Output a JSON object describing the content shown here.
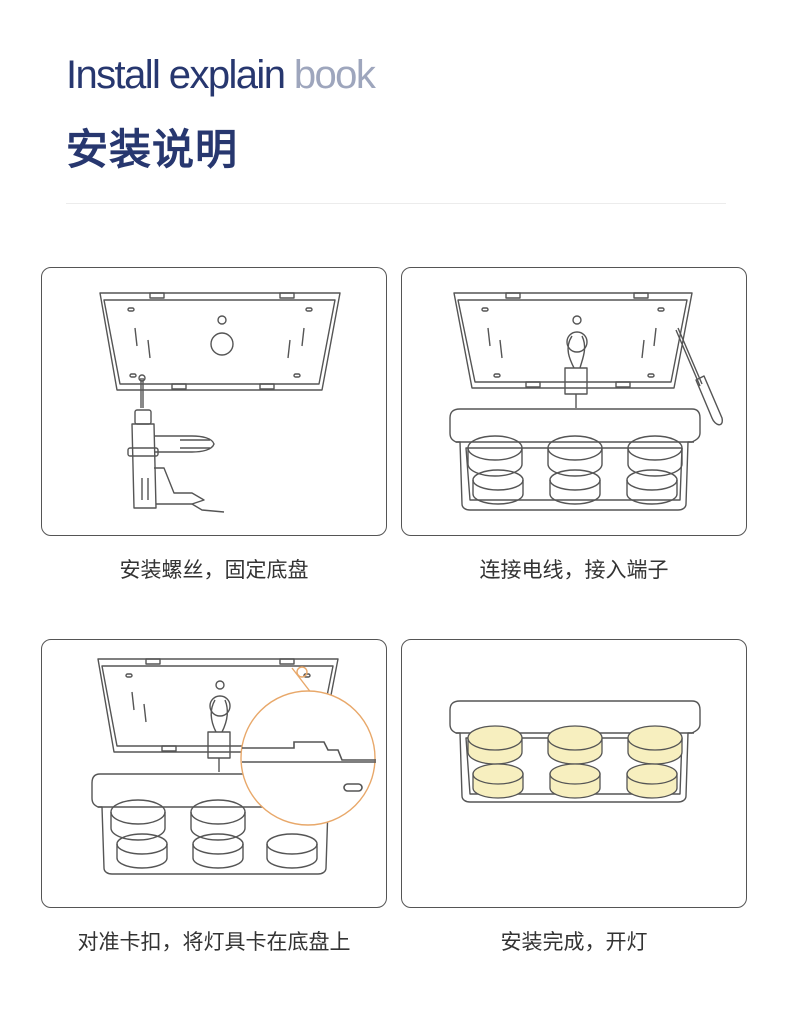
{
  "header": {
    "title_en_dark": "Install explain",
    "title_en_light": " book",
    "title_zh": "安装说明"
  },
  "steps": [
    {
      "caption": "安装螺丝，固定底盘"
    },
    {
      "caption": "连接电线，接入端子"
    },
    {
      "caption": "对准卡扣，将灯具卡在底盘上"
    },
    {
      "caption": "安装完成，开灯"
    }
  ],
  "colors": {
    "title": "#27376f",
    "title_light": "#9ea6bd",
    "line": "#555555",
    "lit_fill": "#f7efbf",
    "zoom_ring": "#e8a86a"
  }
}
